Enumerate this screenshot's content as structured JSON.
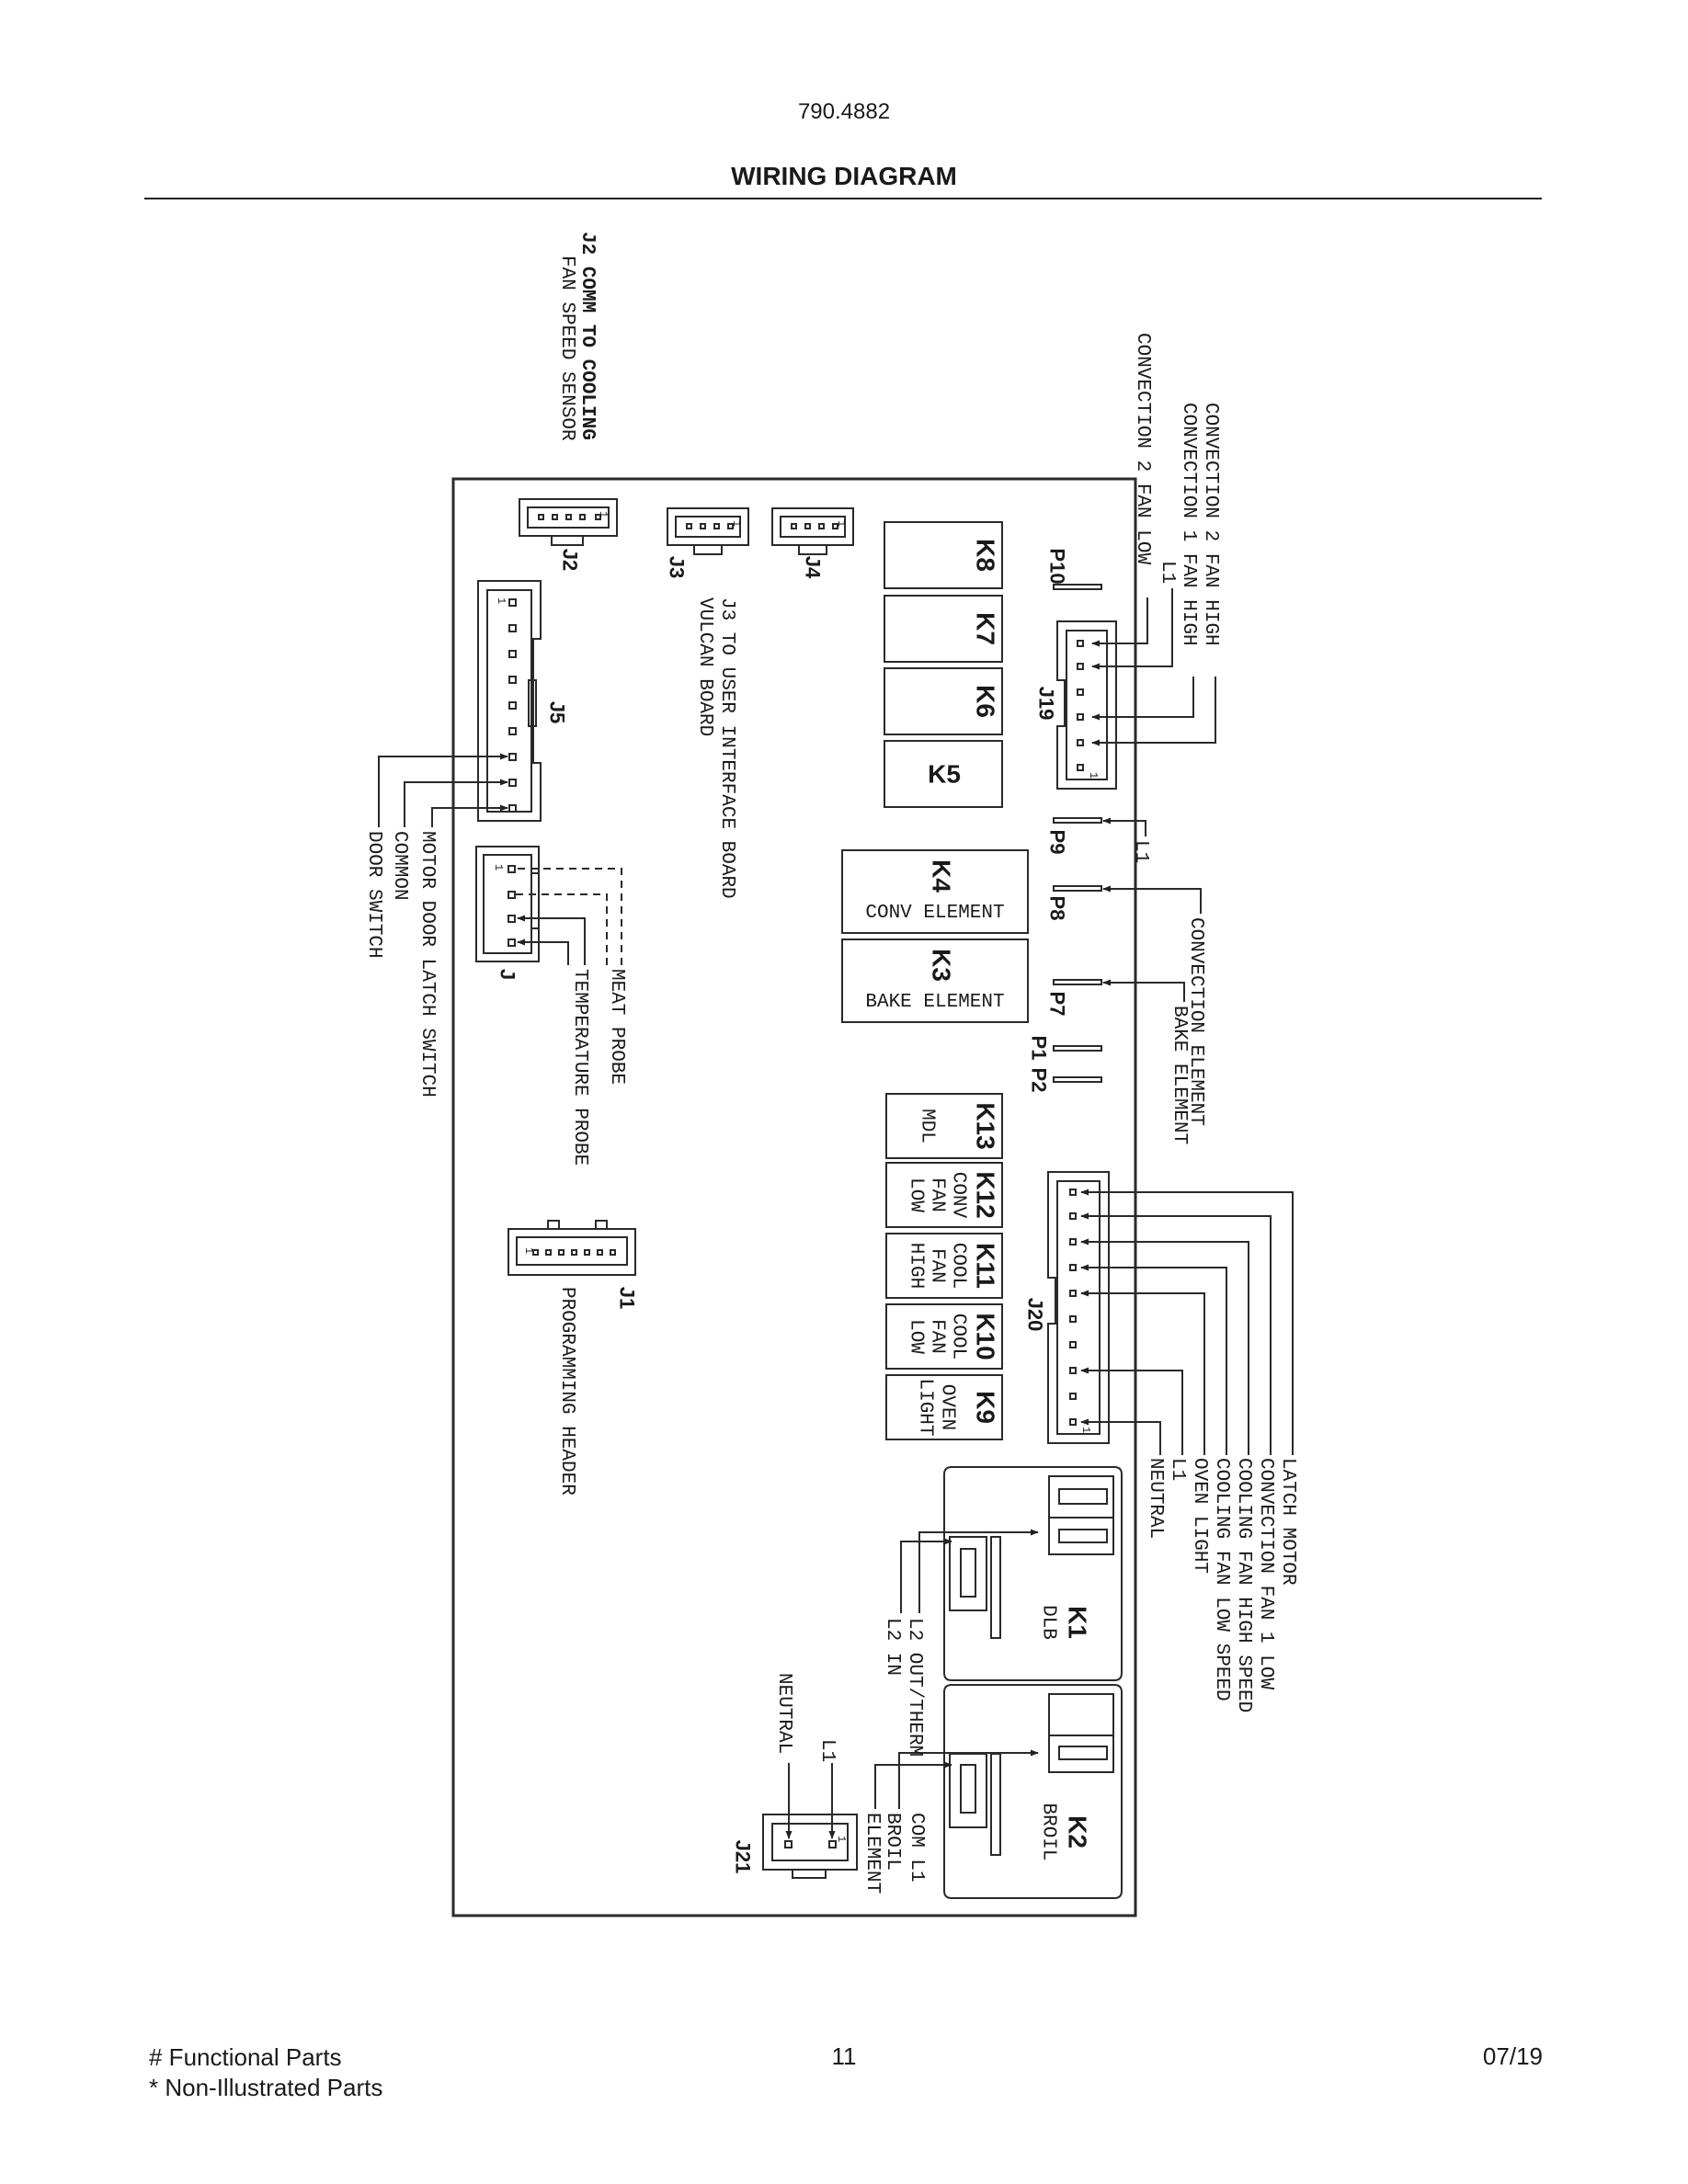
{
  "header": {
    "doc_number": "790.4882",
    "title": "WIRING DIAGRAM"
  },
  "footer": {
    "legend_1": "# Functional Parts",
    "legend_2": "* Non-Illustrated Parts",
    "page": "11",
    "date": "07/19"
  },
  "connectors": {
    "J2": "J2",
    "J3": "J3",
    "J4": "J4",
    "J5": "J5",
    "J": "J",
    "J1": "J1",
    "J19": "J19",
    "J20": "J20",
    "J21": "J21",
    "P10": "P10",
    "P9": "P9",
    "P8": "P8",
    "P7": "P7",
    "P1": "P1",
    "P2": "P2",
    "pin_one": "1"
  },
  "relays": {
    "K8": "K8",
    "K7": "K7",
    "K6": "K6",
    "K5": "K5",
    "K4": "K4",
    "K4_sub": "CONV ELEMENT",
    "K3": "K3",
    "K3_sub": "BAKE ELEMENT",
    "K13": "K13",
    "K13_sub": "MDL",
    "K12": "K12",
    "K12_sub": [
      "CONV",
      "FAN",
      "LOW"
    ],
    "K11": "K11",
    "K11_sub": [
      "COOL",
      "FAN",
      "HIGH"
    ],
    "K10": "K10",
    "K10_sub": [
      "COOL",
      "FAN",
      "LOW"
    ],
    "K9": "K9",
    "K9_sub": [
      "OVEN",
      "LIGHT"
    ],
    "K1": "K1",
    "K1_sub": "DLB",
    "K2": "K2",
    "K2_sub": "BROIL"
  },
  "labels": {
    "j2_a": "J2 COMM TO COOLING",
    "j2_b": "FAN SPEED SENSOR",
    "j3_a": "J3 TO USER INTERFACE BOARD",
    "j3_b": "VULCAN BOARD",
    "conv2_fan_high": "CONVECTION 2 FAN HIGH",
    "conv1_fan_high": "CONVECTION 1 FAN HIGH",
    "l1_j19": "L1",
    "conv2_fan_low": "CONVECTION 2 FAN LOW",
    "l1_p9": "L1",
    "convection_element": "CONVECTION ELEMENT",
    "bake_element": "BAKE ELEMENT",
    "motor_door_latch": "MOTOR DOOR LATCH SWITCH",
    "common": "COMMON",
    "door_switch": "DOOR SWITCH",
    "meat_probe": "MEAT PROBE",
    "temperature_probe": "TEMPERATURE PROBE",
    "programming_header": "PROGRAMMING HEADER",
    "latch_motor": "LATCH MOTOR",
    "conv_fan1_low": "CONVECTION FAN 1 LOW",
    "cooling_fan_high": "COOLING FAN HIGH SPEED",
    "cooling_fan_low": "COOLING FAN LOW SPEED",
    "oven_light": "OVEN LIGHT",
    "l1_j20": "L1",
    "neutral_j20": "NEUTRAL",
    "l2_out": "L2 OUT/THERM",
    "l2_in": "L2 IN",
    "com_l1": "COM L1",
    "broil_element_a": "BROIL",
    "broil_element_b": "ELEMENT",
    "neutral_j21": "NEUTRAL",
    "l1_j21": "L1"
  }
}
